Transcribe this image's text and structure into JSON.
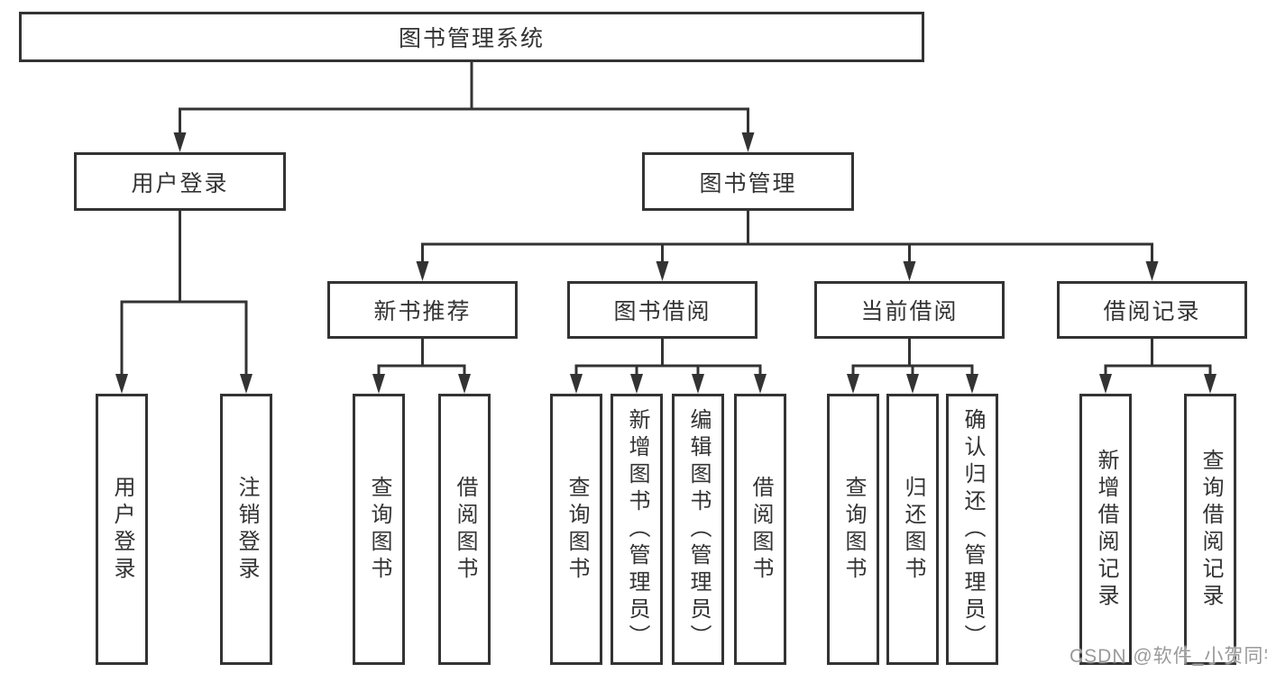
{
  "diagram": {
    "type": "hierarchy-tree",
    "watermark": "CSDN @软件_小贺同学",
    "colors": {
      "line": "#333333",
      "box_border": "#333333",
      "text": "#333333",
      "background": "#ffffff",
      "watermark": "#9a9a9a"
    },
    "tree": {
      "label": "图书管理系统",
      "children": [
        {
          "label": "用户登录",
          "children": [
            {
              "label": "用户登录"
            },
            {
              "label": "注销登录"
            }
          ]
        },
        {
          "label": "图书管理",
          "children": [
            {
              "label": "新书推荐",
              "children": [
                {
                  "label": "查询图书"
                },
                {
                  "label": "借阅图书"
                }
              ]
            },
            {
              "label": "图书借阅",
              "children": [
                {
                  "label": "查询图书"
                },
                {
                  "label": "新增图书（管理员）"
                },
                {
                  "label": "编辑图书（管理员）"
                },
                {
                  "label": "借阅图书"
                }
              ]
            },
            {
              "label": "当前借阅",
              "children": [
                {
                  "label": "查询图书"
                },
                {
                  "label": "归还图书"
                },
                {
                  "label": "确认归还（管理员）"
                }
              ]
            },
            {
              "label": "借阅记录",
              "children": [
                {
                  "label": "新增借阅记录"
                },
                {
                  "label": "查询借阅记录"
                }
              ]
            }
          ]
        }
      ]
    }
  }
}
